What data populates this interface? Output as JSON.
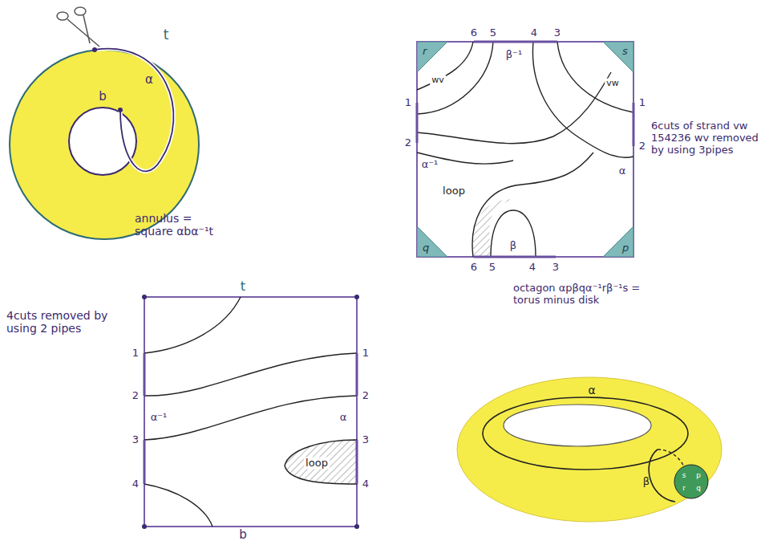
{
  "diagram": {
    "nodes": [
      {
        "text": [
          "r"
        ]
      },
      {
        "text": [
          "s"
        ]
      },
      {
        "text": [
          "q"
        ]
      },
      {
        "text": [
          "p"
        ]
      }
    ],
    "labels": [
      "t",
      "b",
      "α",
      "annulus = square αbα⁻¹t",
      "6",
      "5",
      "β⁻¹",
      "4",
      "3",
      "1",
      "2",
      "α⁻¹",
      "1",
      "2",
      "α",
      "6",
      "5",
      "β",
      "4",
      "3",
      "loop",
      "wv",
      "vw",
      "6cuts of strand vw 154236 wv removed by using 3pipes",
      "octagon αpβqα⁻¹rβ⁻¹s = torus minus disk",
      "t",
      "b",
      "1",
      "2",
      "α⁻¹",
      "3",
      "4",
      "1",
      "2",
      "α",
      "3",
      "4",
      "loop",
      "4cuts removed by using 2 pipes",
      "α",
      "β",
      "s",
      "p",
      "r",
      "q"
    ]
  }
}
